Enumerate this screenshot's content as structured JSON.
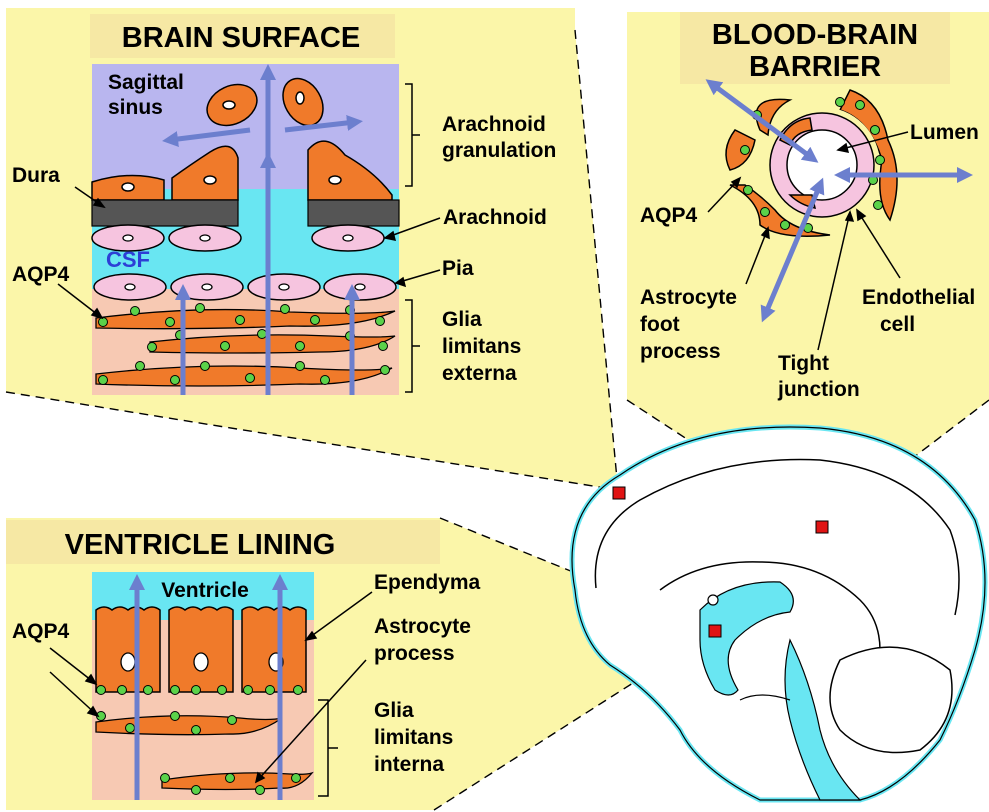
{
  "panels": {
    "brain_surface": {
      "title": "BRAIN SURFACE",
      "labels": {
        "sagittal_sinus_1": "Sagittal",
        "sagittal_sinus_2": "sinus",
        "arachnoid_granulation_1": "Arachnoid",
        "arachnoid_granulation_2": "granulation",
        "dura": "Dura",
        "arachnoid": "Arachnoid",
        "csf": "CSF",
        "pia": "Pia",
        "aqp4": "AQP4",
        "glia_1": "Glia",
        "glia_2": "limitans",
        "glia_3": "externa"
      }
    },
    "blood_brain_barrier": {
      "title_1": "BLOOD-BRAIN",
      "title_2": "BARRIER",
      "labels": {
        "lumen": "Lumen",
        "aqp4": "AQP4",
        "astro_1": "Astrocyte",
        "astro_2": "foot",
        "astro_3": "process",
        "endo_1": "Endothelial",
        "endo_2": "cell",
        "tight_1": "Tight",
        "tight_2": "junction"
      }
    },
    "ventricle_lining": {
      "title": "VENTRICLE LINING",
      "labels": {
        "ventricle": "Ventricle",
        "ependyma": "Ependyma",
        "aqp4": "AQP4",
        "astro_1": "Astrocyte",
        "astro_2": "process",
        "glia_1": "Glia",
        "glia_2": "limitans",
        "glia_3": "interna"
      }
    }
  },
  "colors": {
    "panel_fill": "#fbf6a9",
    "title_band": "#f6e8a4",
    "sinus": "#b9b6ef",
    "csf": "#69e6f2",
    "tissue": "#f7c9b3",
    "orange": "#f07a2a",
    "pink": "#f6c4df",
    "dark": "#555555",
    "aqp4_dot": "#5bd24a",
    "arrow": "#6c7fce",
    "marker": "#e01414"
  }
}
